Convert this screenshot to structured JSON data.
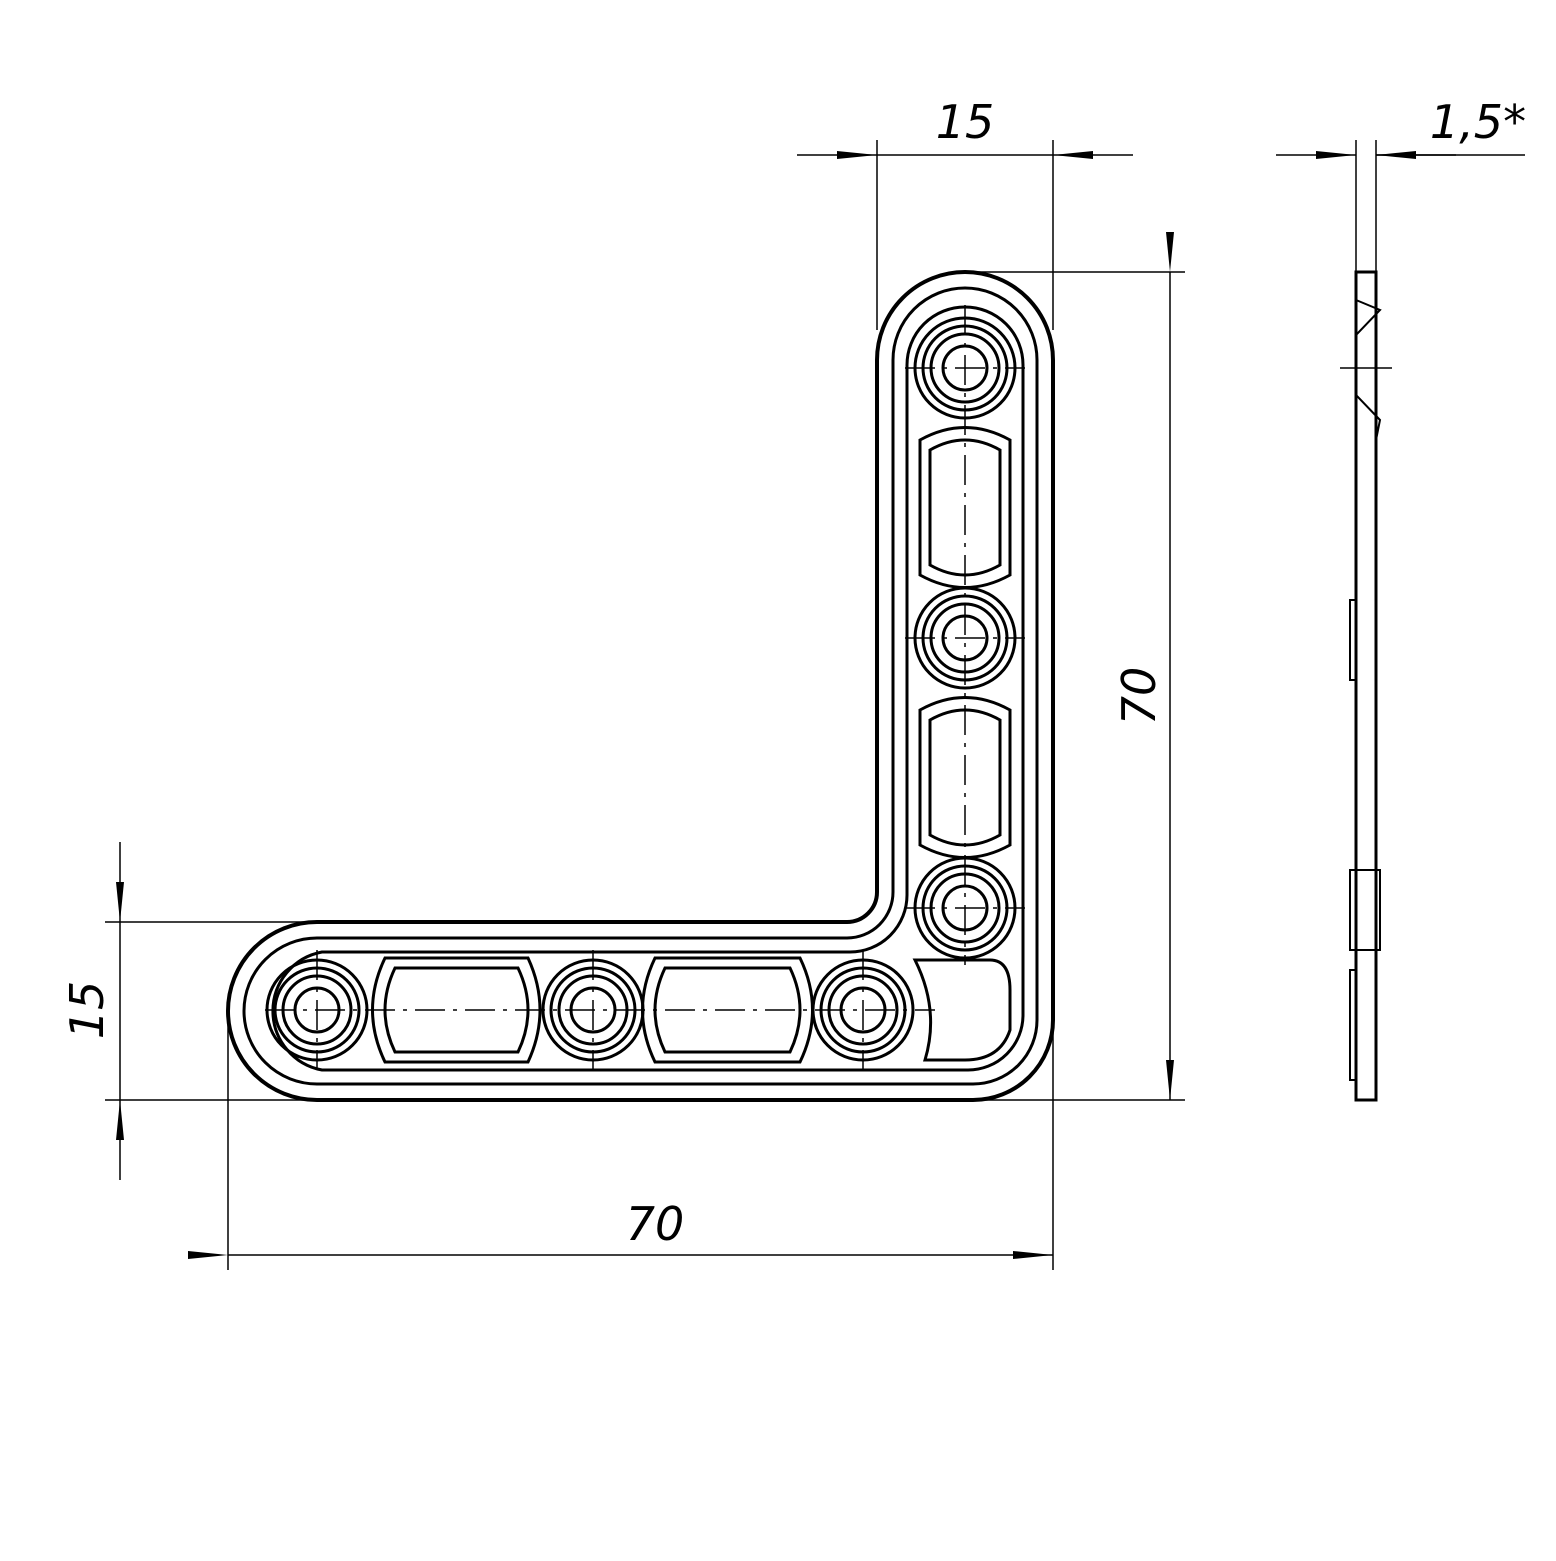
{
  "drawing": {
    "title": "L-shaped corner bracket",
    "dimensions": {
      "top_width": "15",
      "thickness": "1,5*",
      "vertical_height": "70",
      "horizontal_length": "70",
      "left_width": "15"
    }
  }
}
